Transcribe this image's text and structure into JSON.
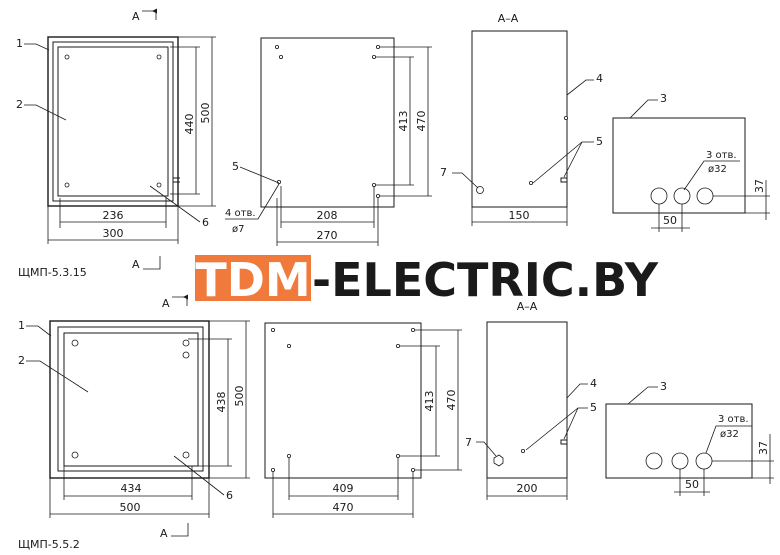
{
  "watermark": {
    "prefix": "TDM",
    "suffix": "-ELECTRIC.BY",
    "color": "#f07a3c"
  },
  "models": [
    {
      "name": "ЩМП-5.3.15",
      "section_mark": "A",
      "section_title": "A–A",
      "callouts": [
        "1",
        "2",
        "3",
        "4",
        "5",
        "5",
        "6",
        "7"
      ],
      "dims": {
        "front_inner_width": "236",
        "front_outer_width": "300",
        "front_inner_height": "440",
        "front_outer_height": "500",
        "back_hole_spacing_w": "208",
        "back_width": "270",
        "back_hole_spacing_h": "413",
        "back_height": "470",
        "depth": "150",
        "bottom_hole_pitch": "50",
        "bottom_hole_height": "37"
      },
      "mount_holes_line1": "4 отв.",
      "mount_holes_line2": "ø7",
      "bottom_holes_line1": "3 отв.",
      "bottom_holes_line2": "ø32"
    },
    {
      "name": "ЩМП-5.5.2",
      "section_mark": "A",
      "section_title": "A–A",
      "callouts": [
        "1",
        "2",
        "3",
        "4",
        "5",
        "6",
        "7"
      ],
      "dims": {
        "front_inner_width": "434",
        "front_outer_width": "500",
        "front_inner_height": "438",
        "front_outer_height": "500",
        "back_hole_spacing_w": "409",
        "back_width": "470",
        "back_hole_spacing_h": "413",
        "back_height": "470",
        "depth": "200",
        "bottom_hole_pitch": "50",
        "bottom_hole_height": "37"
      },
      "bottom_holes_line1": "3 отв.",
      "bottom_holes_line2": "ø32"
    }
  ]
}
